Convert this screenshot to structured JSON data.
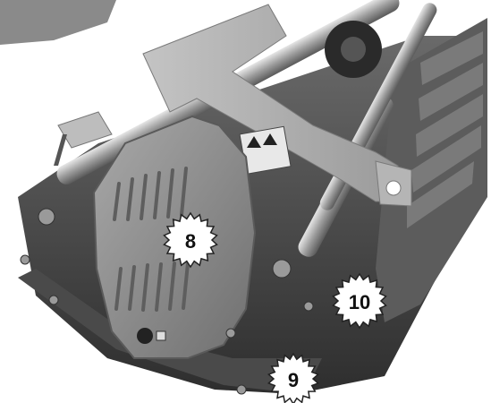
{
  "image": {
    "subject": "flail-mower",
    "callouts": [
      {
        "label": "8"
      },
      {
        "label": "9"
      },
      {
        "label": "10"
      }
    ],
    "colors": {
      "background": "#ffffff",
      "metal_light": "#b9b9b9",
      "metal_dark": "#3c3c3c",
      "cover": "#8e8e8e",
      "callout_fill": "#ffffff",
      "callout_text": "#111111"
    }
  }
}
